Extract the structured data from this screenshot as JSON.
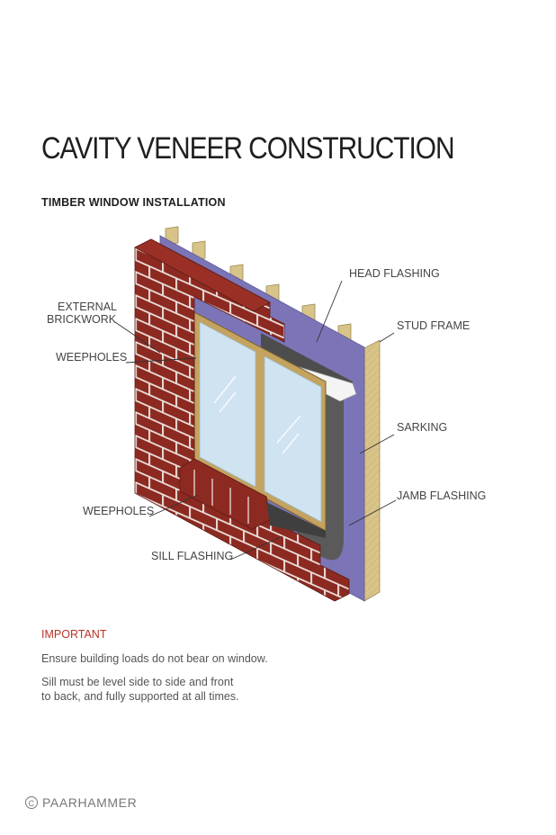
{
  "title": "CAVITY VENEER CONSTRUCTION",
  "subtitle": "TIMBER WINDOW INSTALLATION",
  "labels": {
    "head_flashing": "HEAD FLASHING",
    "stud_frame": "STUD FRAME",
    "external_brickwork_line1": "EXTERNAL",
    "external_brickwork_line2": "BRICKWORK",
    "weepholes_upper": "WEEPHOLES",
    "sarking": "SARKING",
    "jamb_flashing": "JAMB FLASHING",
    "weepholes_lower": "WEEPHOLES",
    "sill_flashing": "SILL FLASHING"
  },
  "important": {
    "heading": "IMPORTANT",
    "note1": "Ensure building loads do not bear on window.",
    "note2": "Sill must be level side to side and front\nto back, and fully supported at all times."
  },
  "brand": {
    "copyright_symbol": "C",
    "name": "PAARHAMMER"
  },
  "colors": {
    "brick": "#8c2a22",
    "mortar": "#f2f2f2",
    "sarking": "#7b75b8",
    "timber": "#d8c389",
    "glass": "#cfe3f1",
    "flashing": "#555555",
    "important": "#b83327"
  }
}
